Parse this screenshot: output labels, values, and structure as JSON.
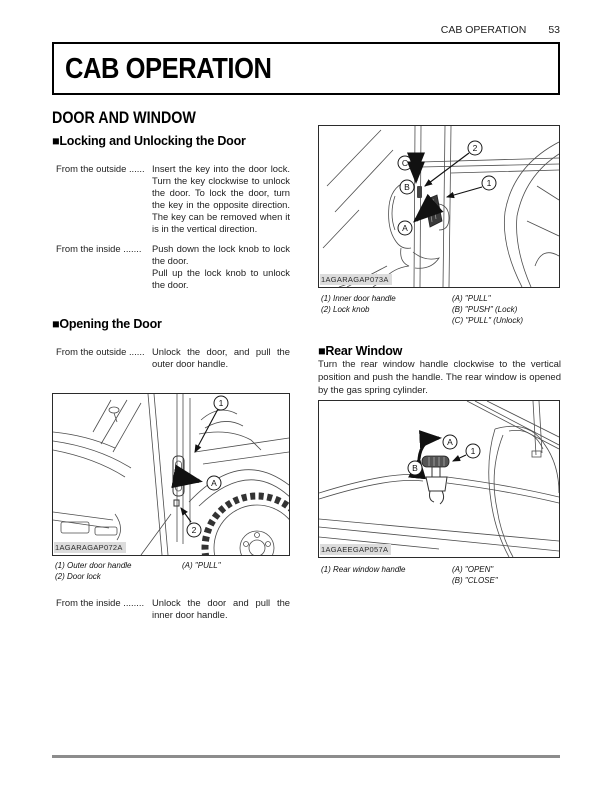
{
  "header": {
    "section": "CAB OPERATION",
    "page_number": "53"
  },
  "title": "CAB OPERATION",
  "colors": {
    "footer_rule": "#8c8c8c",
    "ink": "#000000"
  },
  "left": {
    "heading": "DOOR AND WINDOW",
    "locking": {
      "heading": "■Locking and Unlocking the Door",
      "rows": [
        {
          "label": "From the outside ......",
          "text": "Insert the key into the door lock. Turn the key clockwise to unlock the door. To lock the door, turn the key in the opposite direction. The key can be removed when it is in the vertical direction."
        },
        {
          "label": "From the inside  .......",
          "text": "Push down the lock knob to lock the door.\nPull up the lock knob to unlock the door."
        }
      ]
    },
    "opening": {
      "heading": "■Opening the Door",
      "outside_row": {
        "label": "From the outside ......",
        "text": "Unlock the door, and pull the outer door handle."
      },
      "inside_row": {
        "label": "From the inside ........",
        "text": "Unlock the door and pull the inner door handle."
      }
    }
  },
  "right": {
    "rear_window": {
      "heading": "■Rear Window",
      "body": "Turn the rear window handle clockwise to the vertical position and push the handle. The rear window is opened by the gas spring cylinder."
    }
  },
  "figures": {
    "outer_door": {
      "id_label": "1AGARAGAP072A",
      "callouts": {
        "n1": "1",
        "n2": "2",
        "a": "A"
      },
      "caption_left": [
        "(1) Outer door handle",
        "(2) Door lock"
      ],
      "caption_right": [
        "(A) \"PULL\""
      ]
    },
    "inner_door": {
      "id_label": "1AGARAGAP073A",
      "callouts": {
        "n1": "1",
        "n2": "2",
        "a": "A",
        "b": "B",
        "c": "C"
      },
      "caption_left": [
        "(1) Inner door handle",
        "(2) Lock knob"
      ],
      "caption_right": [
        "(A) \"PULL\"",
        "(B) \"PUSH\" (Lock)",
        "(C) \"PULL\" (Unlock)"
      ]
    },
    "rear_window": {
      "id_label": "1AGAEEGAP057A",
      "callouts": {
        "n1": "1",
        "a": "A",
        "b": "B"
      },
      "caption_left": [
        "(1) Rear window handle"
      ],
      "caption_right": [
        "(A) \"OPEN\"",
        "(B) \"CLOSE\""
      ]
    }
  }
}
